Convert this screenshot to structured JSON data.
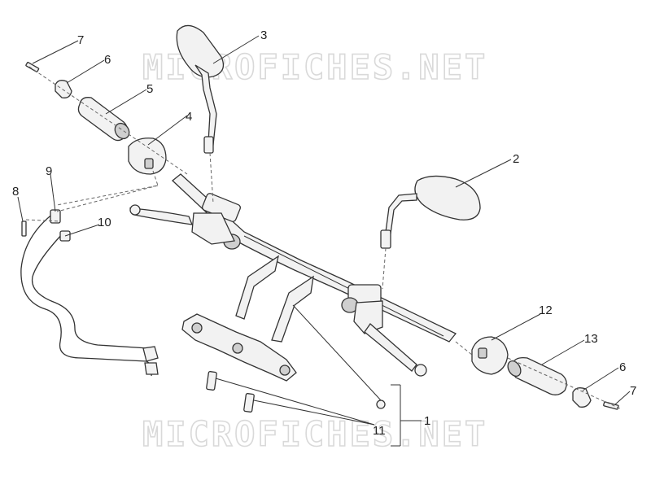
{
  "watermark": {
    "top_text": "MICROFICHES.NET",
    "bottom_text": "MICROFICHES.NET"
  },
  "callouts": {
    "c1": "1",
    "c2": "2",
    "c3": "3",
    "c4": "4",
    "c5": "5",
    "c6_left": "6",
    "c6_right": "6",
    "c7_left": "7",
    "c7_right": "7",
    "c8": "8",
    "c9": "9",
    "c10": "10",
    "c11": "11",
    "c12": "12",
    "c13": "13"
  }
}
